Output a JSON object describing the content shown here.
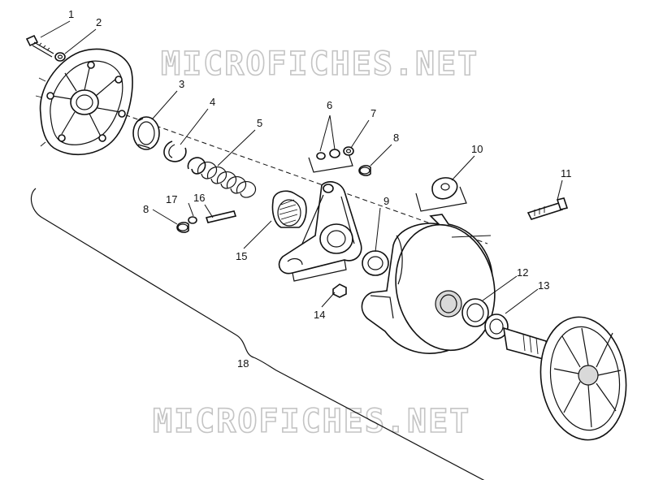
{
  "watermark": {
    "text": "MICROFICHES.NET"
  },
  "callouts": [
    "1",
    "2",
    "3",
    "4",
    "5",
    "6",
    "7",
    "8",
    "9",
    "10",
    "11",
    "12",
    "13",
    "14",
    "15",
    "16",
    "17",
    "18"
  ]
}
